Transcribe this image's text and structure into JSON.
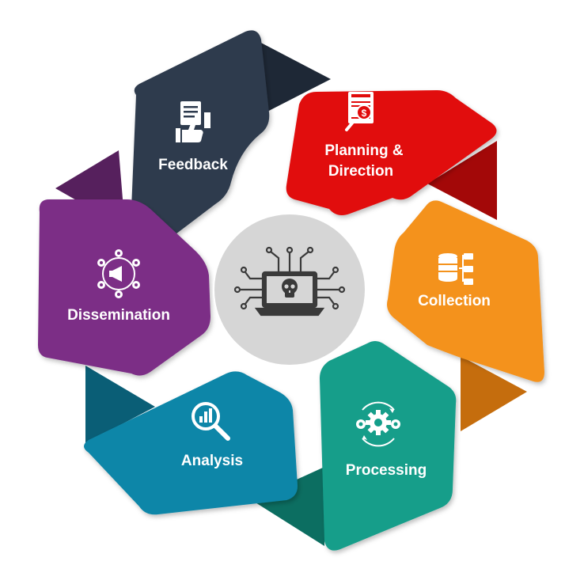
{
  "diagram": {
    "center": {
      "icon": "laptop-skull-circuit-icon",
      "bg_color": "#d6d6d6"
    },
    "segments": [
      {
        "id": "feedback",
        "label": "Feedback",
        "icon": "feedback-thumbs-up-icon",
        "color": "#2e3b4e",
        "shadow": "#1e2836"
      },
      {
        "id": "planning",
        "label_lines": [
          "Planning &",
          "Direction"
        ],
        "icon": "planning-document-dollar-icon",
        "color": "#e10a0a",
        "shadow": "#a30808"
      },
      {
        "id": "collection",
        "label": "Collection",
        "icon": "database-collection-icon",
        "color": "#f4921e",
        "shadow": "#c56d0d"
      },
      {
        "id": "processing",
        "label": "Processing",
        "icon": "gears-cycle-icon",
        "color": "#139e8a",
        "shadow": "#0c6e61"
      },
      {
        "id": "analysis",
        "label": "Analysis",
        "icon": "chart-magnifier-icon",
        "color": "#0f86a8",
        "shadow": "#0a5e76"
      },
      {
        "id": "dissemination",
        "label": "Dissemination",
        "icon": "network-megaphone-icon",
        "color": "#7b2d86",
        "shadow": "#56205d"
      }
    ]
  }
}
